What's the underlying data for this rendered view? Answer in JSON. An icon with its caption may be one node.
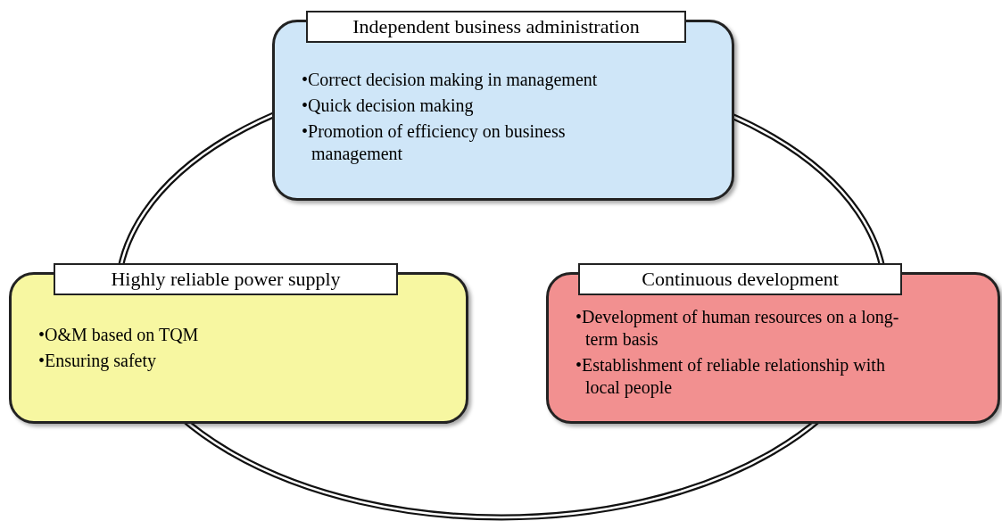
{
  "diagram": {
    "nodes": [
      {
        "text": [
          "Independent business administration",
          "•Correct decision making in management",
          "•Quick decision making",
          "•Promotion of efficiency on business management"
        ]
      },
      {
        "text": [
          "Highly reliable power supply",
          "•O&M based on TQM",
          "•Ensuring safety"
        ]
      },
      {
        "text": [
          "Continuous development",
          "•Development of human resources on a long-term basis",
          "•Establishment of reliable relationship with local people"
        ]
      }
    ]
  }
}
